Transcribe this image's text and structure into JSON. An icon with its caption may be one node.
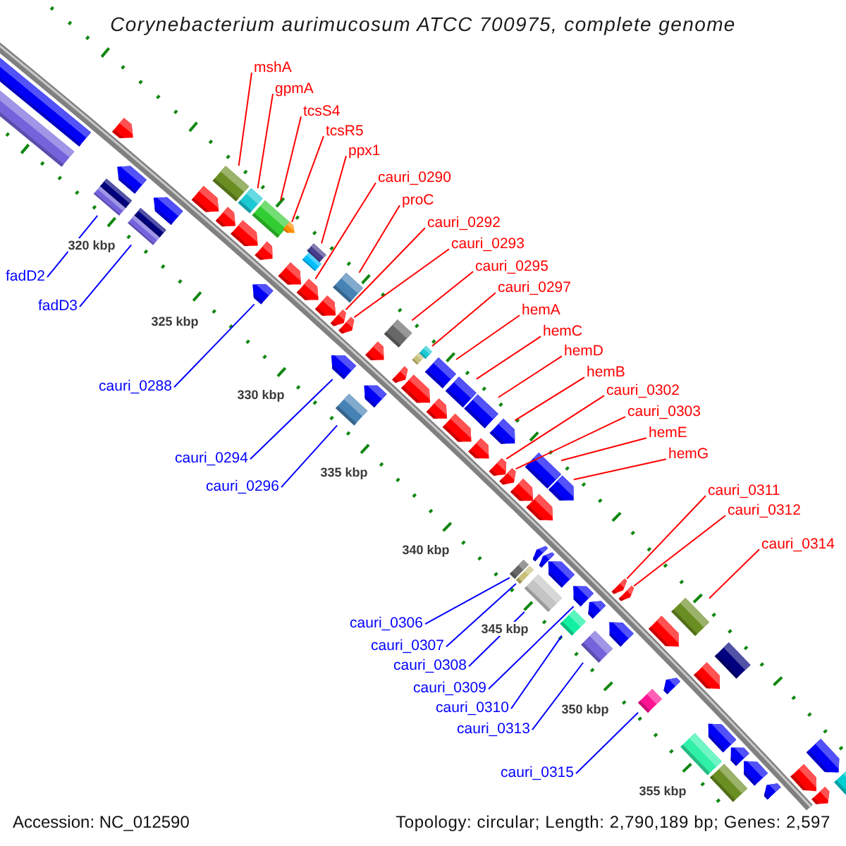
{
  "diagram": {
    "title": "Corynebacterium aurimucosum ATCC 700975, complete genome",
    "nodes": [
      {
        "text": [
          "mshA"
        ]
      },
      {
        "text": [
          "gpmA"
        ]
      },
      {
        "text": [
          "tcsS4"
        ]
      },
      {
        "text": [
          "tcsR5"
        ]
      },
      {
        "text": [
          "ppx1"
        ]
      },
      {
        "text": [
          "cauri_0290"
        ]
      },
      {
        "text": [
          "proC"
        ]
      },
      {
        "text": [
          "cauri_0292"
        ]
      },
      {
        "text": [
          "cauri_0293"
        ]
      },
      {
        "text": [
          "cauri_0295"
        ]
      },
      {
        "text": [
          "cauri_0297"
        ]
      },
      {
        "text": [
          "hemA"
        ]
      },
      {
        "text": [
          "hemC"
        ]
      },
      {
        "text": [
          "hemD"
        ]
      },
      {
        "text": [
          "hemB"
        ]
      },
      {
        "text": [
          "cauri_0302"
        ]
      },
      {
        "text": [
          "cauri_0303"
        ]
      },
      {
        "text": [
          "hemE"
        ]
      },
      {
        "text": [
          "hemG"
        ]
      },
      {
        "text": [
          "cauri_0311"
        ]
      },
      {
        "text": [
          "cauri_0312"
        ]
      },
      {
        "text": [
          "cauri_0314"
        ]
      },
      {
        "text": [
          "fadD2"
        ]
      },
      {
        "text": [
          "fadD3"
        ]
      },
      {
        "text": [
          "cauri_0288"
        ]
      },
      {
        "text": [
          "cauri_0294"
        ]
      },
      {
        "text": [
          "cauri_0296"
        ]
      },
      {
        "text": [
          "cauri_0306"
        ]
      },
      {
        "text": [
          "cauri_0307"
        ]
      },
      {
        "text": [
          "cauri_0308"
        ]
      },
      {
        "text": [
          "cauri_0309"
        ]
      },
      {
        "text": [
          "cauri_0310"
        ]
      },
      {
        "text": [
          "cauri_0313"
        ]
      },
      {
        "text": [
          "cauri_0315"
        ]
      },
      {
        "text": [],
        "shape": "box"
      },
      {
        "text": [],
        "shape": "box"
      },
      {
        "text": [],
        "shape": "box"
      },
      {
        "text": [],
        "shape": "box"
      },
      {
        "text": [],
        "shape": "arrow"
      },
      {
        "text": [],
        "shape": "arrow"
      },
      {
        "text": [],
        "shape": "box"
      },
      {
        "text": [],
        "shape": "box"
      },
      {
        "text": [],
        "shape": "arrow"
      },
      {
        "text": [],
        "shape": "arrow"
      },
      {
        "text": [],
        "shape": "box"
      },
      {
        "text": [],
        "shape": "arrow"
      },
      {
        "text": [],
        "shape": "arrow"
      },
      {
        "text": [],
        "shape": "box"
      },
      {
        "text": [],
        "shape": "arrow"
      },
      {
        "text": [],
        "shape": "arrow"
      },
      {
        "text": [],
        "shape": "box"
      },
      {
        "text": [],
        "shape": "arrow"
      },
      {
        "text": [],
        "shape": "arrow"
      },
      {
        "text": [],
        "shape": "box"
      },
      {
        "text": [],
        "shape": "arrow"
      },
      {
        "text": [],
        "shape": "box"
      },
      {
        "text": [],
        "shape": "arrow"
      },
      {
        "text": [],
        "shape": "arrow"
      },
      {
        "text": [],
        "shape": "arrow"
      },
      {
        "text": [],
        "shape": "box"
      },
      {
        "text": [],
        "shape": "box"
      },
      {
        "text": [],
        "shape": "arrow"
      },
      {
        "text": [],
        "shape": "arrow"
      },
      {
        "text": [],
        "shape": "arrow"
      },
      {
        "text": [],
        "shape": "box"
      },
      {
        "text": [],
        "shape": "arrow"
      },
      {
        "text": [],
        "shape": "box"
      },
      {
        "text": [],
        "shape": "arrow"
      },
      {
        "text": [],
        "shape": "box"
      },
      {
        "text": [],
        "shape": "box"
      },
      {
        "text": [],
        "shape": "arrow"
      },
      {
        "text": [],
        "shape": "box"
      },
      {
        "text": [],
        "shape": "arrow"
      },
      {
        "text": [],
        "shape": "box"
      },
      {
        "text": [],
        "shape": "arrow"
      },
      {
        "text": [],
        "shape": "arrow"
      },
      {
        "text": [],
        "shape": "arrow"
      },
      {
        "text": [],
        "shape": "arrow"
      },
      {
        "text": [],
        "shape": "box"
      },
      {
        "text": [],
        "shape": "box"
      },
      {
        "text": [],
        "shape": "arrow"
      },
      {
        "text": [],
        "shape": "arrow"
      },
      {
        "text": [],
        "shape": "box"
      },
      {
        "text": [],
        "shape": "box"
      },
      {
        "text": [],
        "shape": "arrow"
      },
      {
        "text": [],
        "shape": "arrow"
      },
      {
        "text": [],
        "shape": "arrow"
      },
      {
        "text": [],
        "shape": "arrow"
      },
      {
        "text": [],
        "shape": "box"
      },
      {
        "text": [],
        "shape": "arrow"
      },
      {
        "text": [],
        "shape": "arrow"
      },
      {
        "text": [],
        "shape": "box"
      },
      {
        "text": [],
        "shape": "arrow"
      },
      {
        "text": [],
        "shape": "arrow"
      },
      {
        "text": [],
        "shape": "arrow"
      },
      {
        "text": [],
        "shape": "box"
      },
      {
        "text": [],
        "shape": "arrow"
      },
      {
        "text": [],
        "shape": "arrow"
      },
      {
        "text": [],
        "shape": "box"
      },
      {
        "text": [],
        "shape": "box"
      },
      {
        "text": [],
        "shape": "arrow"
      },
      {
        "text": [],
        "shape": "arrow"
      },
      {
        "text": [],
        "shape": "box"
      },
      {
        "text": [],
        "shape": "box"
      },
      {
        "text": [],
        "shape": "arrow"
      },
      {
        "text": [],
        "shape": "arrow"
      },
      {
        "text": [],
        "shape": "arrow"
      },
      {
        "text": [],
        "shape": "arrow"
      },
      {
        "text": [],
        "shape": "arrow"
      },
      {
        "text": [],
        "shape": "arrow"
      },
      {
        "text": [],
        "shape": "box"
      }
    ],
    "edges": [
      {
        "from": 0,
        "to": 44,
        "arrow": "none"
      },
      {
        "from": 1,
        "to": 47,
        "arrow": "none"
      },
      {
        "from": 2,
        "to": 50,
        "arrow": "none"
      },
      {
        "from": 3,
        "to": 51,
        "arrow": "none"
      },
      {
        "from": 4,
        "to": 55,
        "arrow": "none"
      },
      {
        "from": 5,
        "to": 54,
        "arrow": "none"
      },
      {
        "from": 6,
        "to": 59,
        "arrow": "none"
      },
      {
        "from": 7,
        "to": 58,
        "arrow": "none"
      },
      {
        "from": 8,
        "to": 61,
        "arrow": "none"
      },
      {
        "from": 9,
        "to": 64,
        "arrow": "none"
      },
      {
        "from": 10,
        "to": 68,
        "arrow": "none"
      },
      {
        "from": 11,
        "to": 69,
        "arrow": "none"
      },
      {
        "from": 12,
        "to": 71,
        "arrow": "none"
      },
      {
        "from": 13,
        "to": 73,
        "arrow": "none"
      },
      {
        "from": 14,
        "to": 76,
        "arrow": "none"
      },
      {
        "from": 15,
        "to": 75,
        "arrow": "none"
      },
      {
        "from": 16,
        "to": 77,
        "arrow": "none"
      },
      {
        "from": 17,
        "to": 82,
        "arrow": "none"
      },
      {
        "from": 18,
        "to": 87,
        "arrow": "none"
      },
      {
        "from": 19,
        "to": 93,
        "arrow": "none"
      },
      {
        "from": 20,
        "to": 94,
        "arrow": "none"
      },
      {
        "from": 21,
        "to": 98,
        "arrow": "none"
      },
      {
        "from": 22,
        "to": 37,
        "arrow": "none",
        "color": "#0000ff"
      },
      {
        "from": 23,
        "to": 41,
        "arrow": "none",
        "color": "#0000ff"
      },
      {
        "from": 24,
        "to": 48,
        "arrow": "none",
        "color": "#0000ff"
      },
      {
        "from": 25,
        "to": 57,
        "arrow": "none",
        "color": "#0000ff"
      },
      {
        "from": 26,
        "to": 60,
        "arrow": "none",
        "color": "#0000ff"
      },
      {
        "from": 27,
        "to": 78,
        "arrow": "none",
        "color": "#0000ff"
      },
      {
        "from": 28,
        "to": 79,
        "arrow": "none",
        "color": "#0000ff"
      },
      {
        "from": 29,
        "to": 83,
        "arrow": "none",
        "color": "#0000ff"
      },
      {
        "from": 30,
        "to": 89,
        "arrow": "none",
        "color": "#0000ff"
      },
      {
        "from": 31,
        "to": 88,
        "arrow": "none",
        "color": "#0000ff"
      },
      {
        "from": 32,
        "to": 91,
        "arrow": "none",
        "color": "#0000ff"
      },
      {
        "from": 33,
        "to": 95,
        "arrow": "none",
        "color": "#0000ff"
      }
    ],
    "labels": [
      "320 kbp",
      "325 kbp",
      "330 kbp",
      "335 kbp",
      "340 kbp",
      "345 kbp",
      "350 kbp",
      "355 kbp",
      "Accession: NC_012590",
      "Topology: circular; Length: 2,790,189 bp; Genes: 2,597"
    ]
  }
}
